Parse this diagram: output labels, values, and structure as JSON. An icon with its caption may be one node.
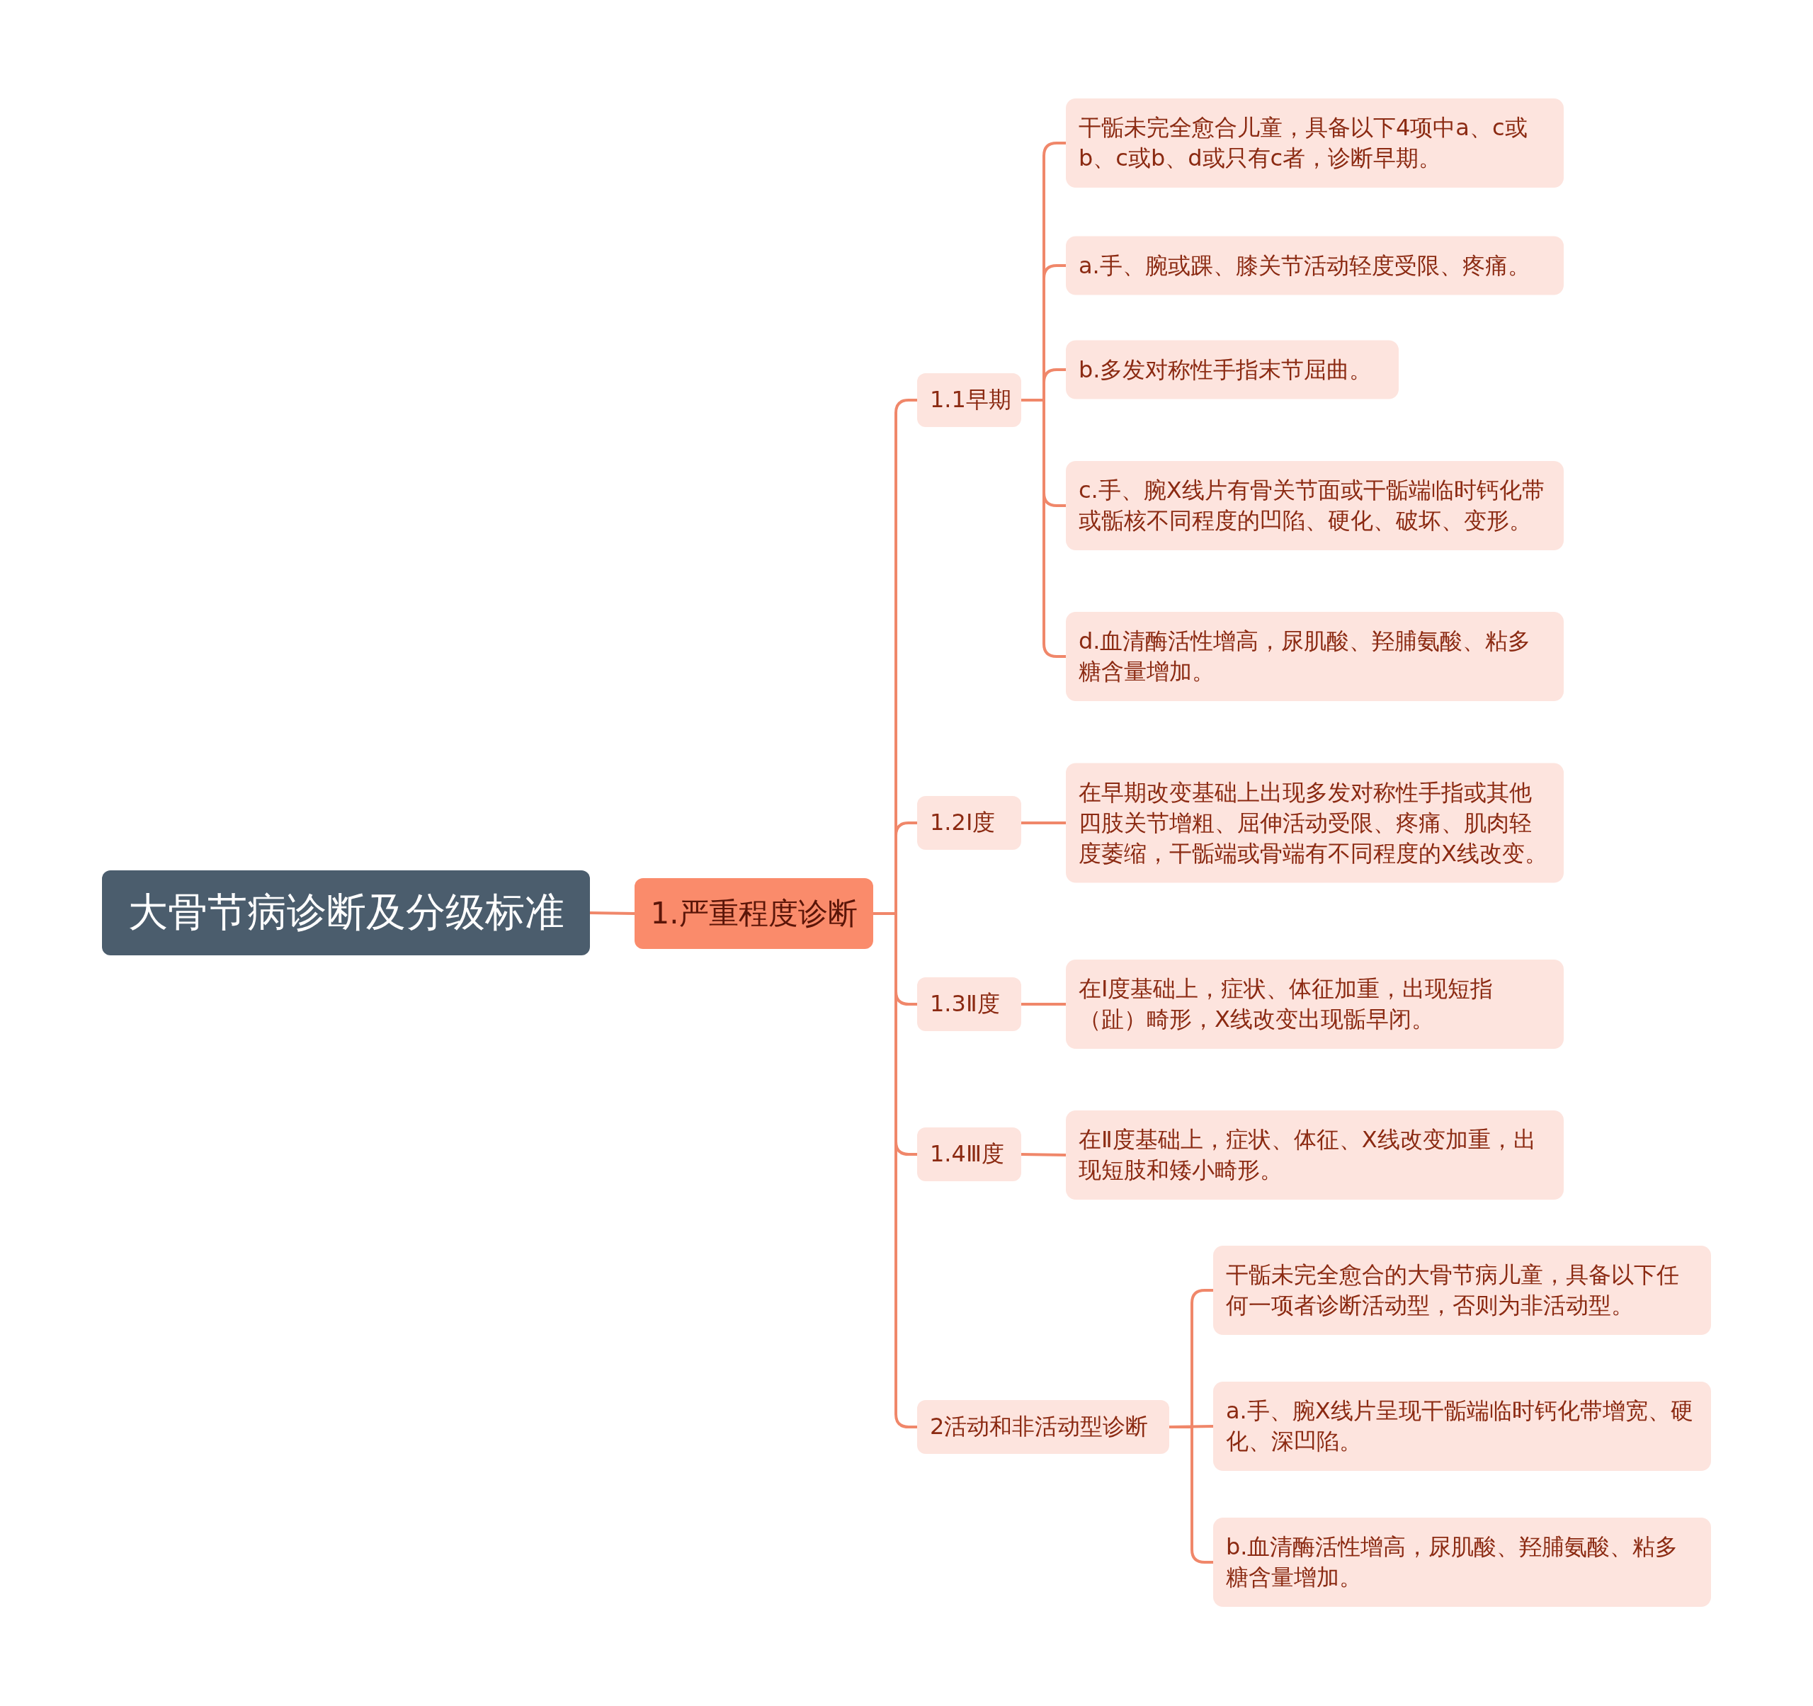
{
  "diagram": {
    "nodes": [
      {
        "text": [
          "大骨节病诊断及分级标准"
        ]
      },
      {
        "text": [
          "1.严重程度诊断"
        ]
      },
      {
        "text": [
          "1.1早期"
        ]
      },
      {
        "text": [
          "干骺未完全愈合儿童，具备以下4项中a、c或b、c或b、d或只有c者，诊断早期。"
        ]
      },
      {
        "text": [
          "a.手、腕或踝、膝关节活动轻度受限、疼痛。"
        ]
      },
      {
        "text": [
          "b.多发对称性手指末节屈曲。"
        ]
      },
      {
        "text": [
          "c.手、腕X线片有骨关节面或干骺端临时钙化带或骺核不同程度的凹陷、硬化、破坏、变形。"
        ]
      },
      {
        "text": [
          "d.血清酶活性增高，尿肌酸、羟脯氨酸、粘多糖含量增加。"
        ]
      },
      {
        "text": [
          "1.2Ⅰ度"
        ]
      },
      {
        "text": [
          "在早期改变基础上出现多发对称性手指或其他四肢关节增粗、屈伸活动受限、疼痛、肌肉轻度萎缩，干骺端或骨端有不同程度的X线改变。"
        ]
      },
      {
        "text": [
          "1.3Ⅱ度"
        ]
      },
      {
        "text": [
          "在I度基础上，症状、体征加重，出现短指（趾）畸形，X线改变出现骺早闭。"
        ]
      },
      {
        "text": [
          "1.4Ⅲ度"
        ]
      },
      {
        "text": [
          "在Ⅱ度基础上，症状、体征、X线改变加重，出现短肢和矮小畸形。"
        ]
      },
      {
        "text": [
          "2活动和非活动型诊断"
        ]
      },
      {
        "text": [
          "干骺未完全愈合的大骨节病儿童，具备以下任何一项者诊断活动型，否则为非活动型。"
        ]
      },
      {
        "text": [
          "a.手、腕X线片呈现干骺端临时钙化带增宽、硬化、深凹陷。"
        ]
      },
      {
        "text": [
          "b.血清酶活性增高，尿肌酸、羟脯氨酸、粘多糖含量增加。"
        ]
      }
    ],
    "edges": [
      {
        "from": 0,
        "to": 1,
        "arrow": "none"
      },
      {
        "from": 1,
        "to": 2,
        "arrow": "none"
      },
      {
        "from": 2,
        "to": 3,
        "arrow": "none"
      },
      {
        "from": 2,
        "to": 4,
        "arrow": "none"
      },
      {
        "from": 2,
        "to": 5,
        "arrow": "none"
      },
      {
        "from": 2,
        "to": 6,
        "arrow": "none"
      },
      {
        "from": 2,
        "to": 7,
        "arrow": "none"
      },
      {
        "from": 1,
        "to": 8,
        "arrow": "none"
      },
      {
        "from": 8,
        "to": 9,
        "arrow": "none"
      },
      {
        "from": 1,
        "to": 10,
        "arrow": "none"
      },
      {
        "from": 10,
        "to": 11,
        "arrow": "none"
      },
      {
        "from": 1,
        "to": 12,
        "arrow": "none"
      },
      {
        "from": 12,
        "to": 13,
        "arrow": "none"
      },
      {
        "from": 1,
        "to": 14,
        "arrow": "none"
      },
      {
        "from": 14,
        "to": 15,
        "arrow": "none"
      },
      {
        "from": 14,
        "to": 16,
        "arrow": "none"
      },
      {
        "from": 14,
        "to": 17,
        "arrow": "none"
      }
    ]
  }
}
